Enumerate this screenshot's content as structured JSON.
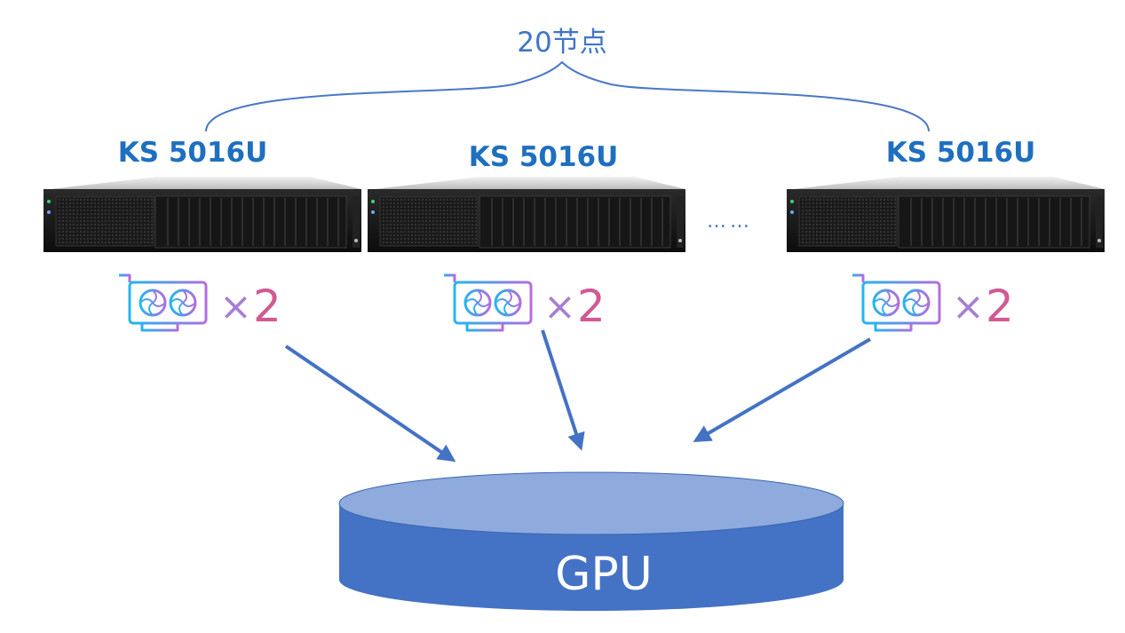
{
  "group": {
    "label": "20节点"
  },
  "nodes": [
    {
      "model": "KS 5016U",
      "gpu_multiplier_symbol": "×",
      "gpu_count": "2"
    },
    {
      "model": "KS 5016U",
      "gpu_multiplier_symbol": "×",
      "gpu_count": "2"
    },
    {
      "model": "KS 5016U",
      "gpu_multiplier_symbol": "×",
      "gpu_count": "2"
    }
  ],
  "ellipsis": "……",
  "pool": {
    "label": "GPU"
  },
  "colors": {
    "brace": "#4a78c6",
    "node_title": "#1f6fbf",
    "arrow": "#4472c4",
    "cylinder_top": "#8faadc",
    "cylinder_body": "#4472c4",
    "gpu_card_gradient_start": "#25b6f0",
    "gpu_card_gradient_end": "#b36ee0",
    "multiplier_number": "#d15a93"
  },
  "icons": {
    "server": "rack-server-icon",
    "gpu": "gpu-card-icon"
  }
}
